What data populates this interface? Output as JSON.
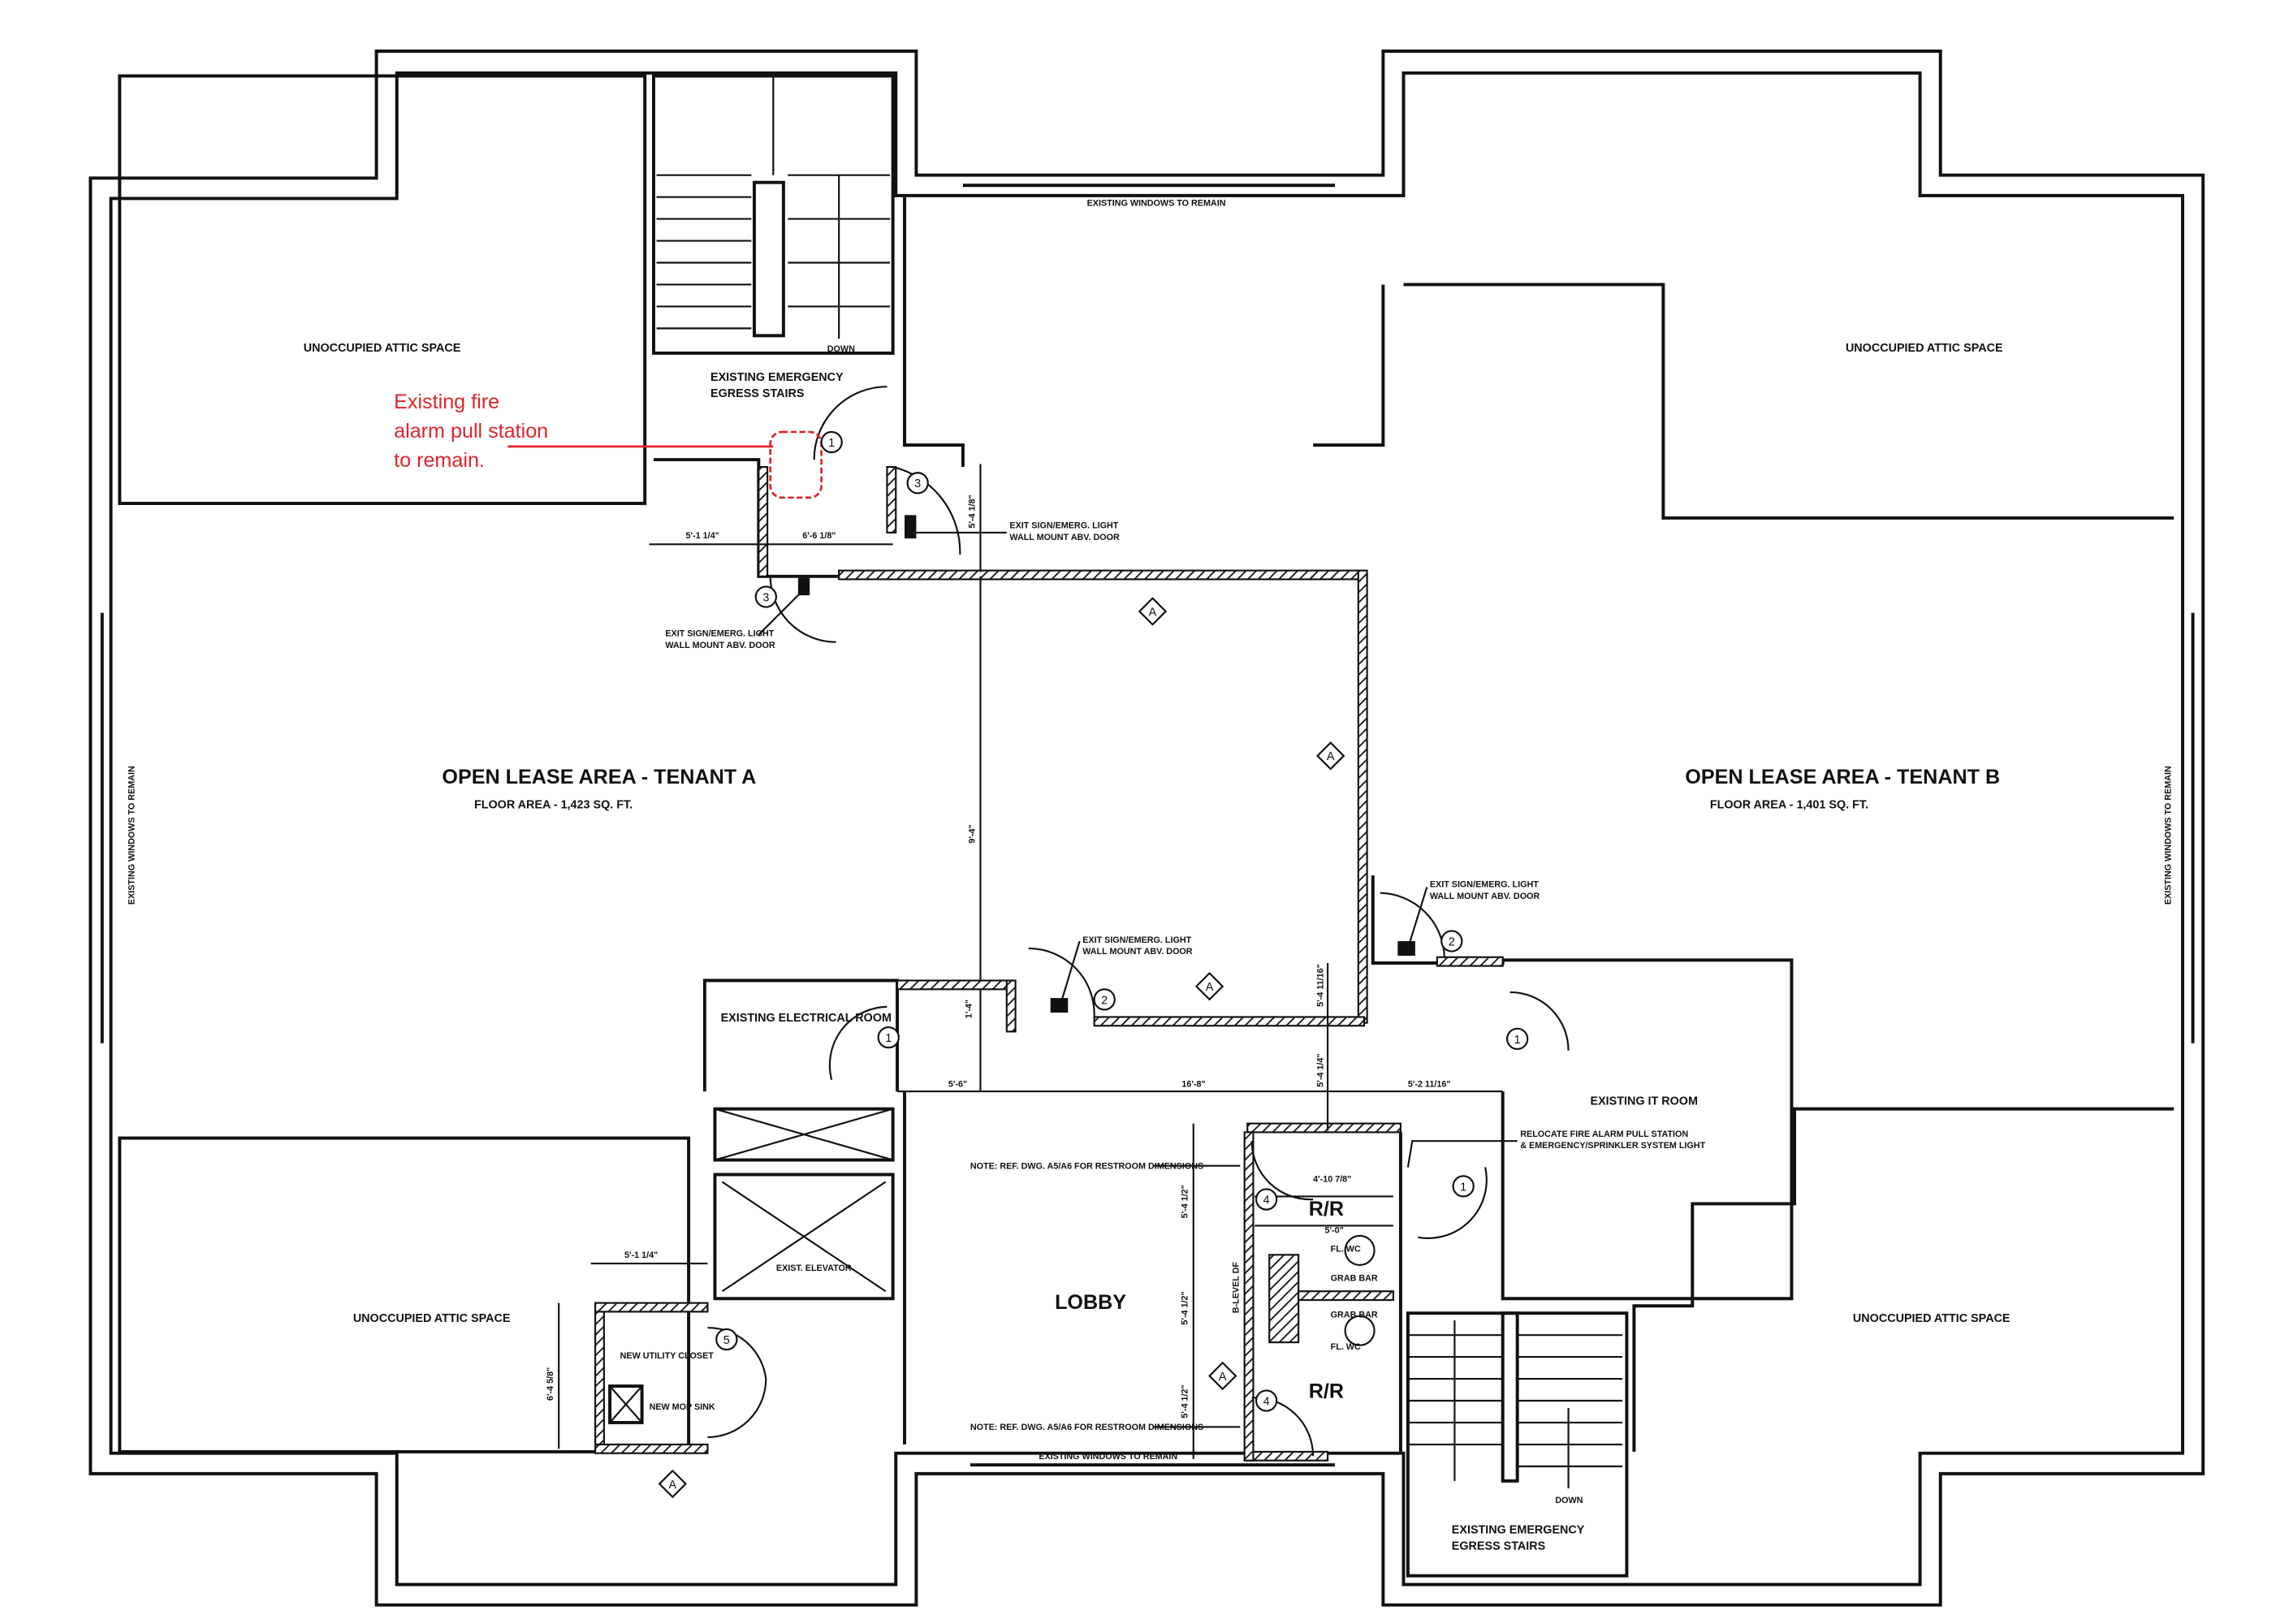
{
  "rooms": {
    "attic_tl": "UNOCCUPIED ATTIC SPACE",
    "attic_tr": "UNOCCUPIED ATTIC SPACE",
    "attic_bl": "UNOCCUPIED ATTIC SPACE",
    "attic_br": "UNOCCUPIED ATTIC SPACE",
    "stairs_top_1": "EXISTING EMERGENCY",
    "stairs_top_2": "EGRESS STAIRS",
    "stairs_bot_1": "EXISTING EMERGENCY",
    "stairs_bot_2": "EGRESS STAIRS",
    "tenant_a": "OPEN LEASE AREA - TENANT A",
    "tenant_a_area": "FLOOR AREA - 1,423 SQ. FT.",
    "tenant_b": "OPEN LEASE AREA - TENANT B",
    "tenant_b_area": "FLOOR AREA - 1,401 SQ. FT.",
    "electrical": "EXISTING ELECTRICAL ROOM",
    "it_room": "EXISTING IT ROOM",
    "lobby": "LOBBY",
    "rr_top": "R/R",
    "rr_bottom": "R/R",
    "elevator": "EXIST. ELEVATOR",
    "utility": "NEW UTILITY CLOSET",
    "mop_sink": "NEW MOP SINK",
    "drinking_fountain": "B-LEVEL DF"
  },
  "notes": {
    "windows_top": "EXISTING WINDOWS TO REMAIN",
    "windows_bottom": "EXISTING WINDOWS TO REMAIN",
    "windows_left": "EXISTING WINDOWS TO REMAIN",
    "windows_right": "EXISTING WINDOWS TO REMAIN",
    "down_top": "DOWN",
    "down_bottom": "DOWN",
    "exit_1a": "EXIT SIGN/EMERG. LIGHT",
    "exit_1b": "WALL MOUNT ABV. DOOR",
    "exit_2a": "EXIT SIGN/EMERG. LIGHT",
    "exit_2b": "WALL MOUNT ABV. DOOR",
    "exit_3a": "EXIT SIGN/EMERG. LIGHT",
    "exit_3b": "WALL MOUNT ABV. DOOR",
    "exit_4a": "EXIT SIGN/EMERG. LIGHT",
    "exit_4b": "WALL MOUNT ABV. DOOR",
    "relocate_a": "RELOCATE FIRE ALARM PULL STATION",
    "relocate_b": "& EMERGENCY/SPRINKLER SYSTEM LIGHT",
    "rr_note_top": "NOTE: REF. DWG. A5/A6 FOR RESTROOM DIMENSIONS",
    "rr_note_bottom": "NOTE: REF. DWG. A5/A6 FOR RESTROOM DIMENSIONS",
    "grab_bar_1": "GRAB BAR",
    "grab_bar_2": "GRAB BAR",
    "wc_1": "FL. WC",
    "wc_2": "FL. WC",
    "redline": [
      "Existing fire",
      "alarm pull station",
      "to remain."
    ]
  },
  "dimensions": {
    "d1": "5'-1 1/4\"",
    "d2": "6'-6 1/8\"",
    "d3": "5'-4 1/8\"",
    "d4": "9'-4\"",
    "d5": "5'-6\"",
    "d6": "16'-8\"",
    "d7": "5'-2 11/16\"",
    "d8": "5'-4 11/16\"",
    "d9": "5'-4 1/4\"",
    "d10": "5'-1 1/4\"",
    "d11": "6'-4 5/8\"",
    "d12": "5'-4 1/2\"",
    "d13": "5'-4 1/2\"",
    "d14": "5'-4 1/2\"",
    "d15": "4'-10 7/8\"",
    "d16": "5'-0\"",
    "d17": "1'-4\""
  },
  "tags": {
    "door_1": "1",
    "door_2": "2",
    "door_3": "3",
    "door_4": "4",
    "door_5": "5",
    "wall_a": "A"
  },
  "colors": {
    "redline": "#e0242b",
    "ink": "#111111"
  }
}
